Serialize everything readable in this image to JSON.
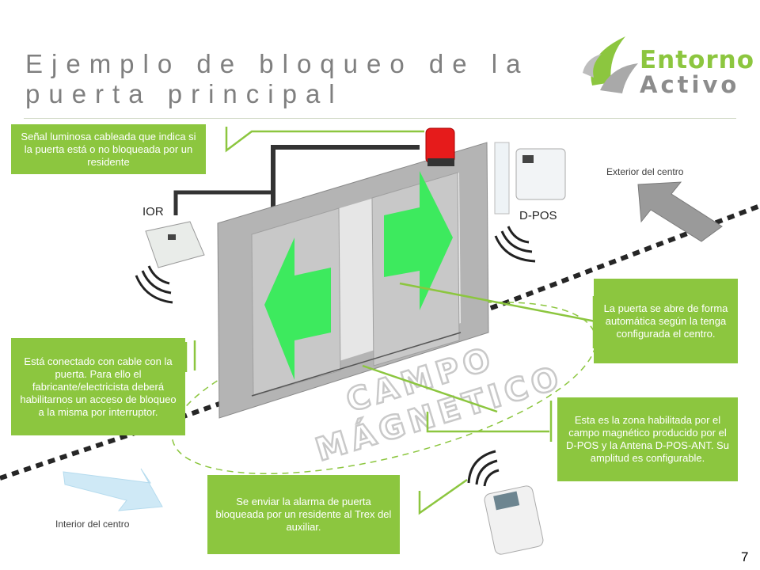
{
  "title": {
    "line1": "Ejemplo de bloqueo de la",
    "line2": "puerta principal"
  },
  "logo": {
    "word1": "Entorno",
    "word2": "Activo"
  },
  "callouts": {
    "signal": "Señal luminosa  cableada que indica si la puerta está o no bloqueada por un residente",
    "cable": "Está conectado con cable con la puerta. Para ello el fabricante/electricista deberá habilitarnos un acceso de bloqueo a la misma por interruptor.",
    "door": "La puerta se abre de forma automática según la tenga configurada el centro.",
    "zone": "Esta es la zona habilitada por el campo magnético producido por el D-POS y la Antena D-POS-ANT. Su amplitud es configurable.",
    "alarm": "Se enviar la alarma de puerta bloqueada por un residente al Trex del auxiliar."
  },
  "labels": {
    "exterior": "Exterior del centro",
    "interior": "Interior del centro",
    "ior": "IOR",
    "dpos": "D-POS"
  },
  "field_text": {
    "line1": "CAMPO",
    "line2": "MÁGNETICO"
  },
  "colors": {
    "green": "#8cc63f",
    "arrow_green": "#3dea5e",
    "gray_title": "#7f7f7f"
  },
  "page_number": "7"
}
